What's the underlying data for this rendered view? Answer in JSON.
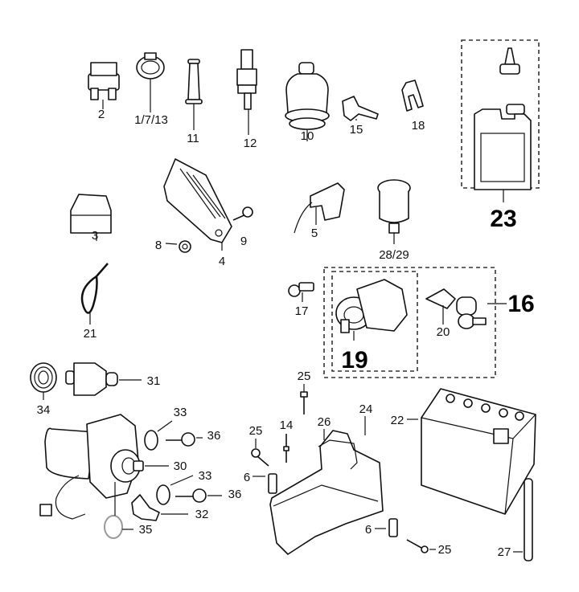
{
  "diagram": {
    "callouts": {
      "c2": "2",
      "c1_7_13": "1/7/13",
      "c11": "11",
      "c12": "12",
      "c10": "10",
      "c15": "15",
      "c18": "18",
      "c23": "23",
      "c3": "3",
      "c4": "4",
      "c8": "8",
      "c9": "9",
      "c5": "5",
      "c28_29": "28/29",
      "c21": "21",
      "c17": "17",
      "c19": "19",
      "c20": "20",
      "c16": "16",
      "c34": "34",
      "c31": "31",
      "c25a": "25",
      "c33a": "33",
      "c36a": "36",
      "c30": "30",
      "c33b": "33",
      "c36b": "36",
      "c32": "32",
      "c35": "35",
      "c14": "14",
      "c26": "26",
      "c24": "24",
      "c22": "22",
      "c25b": "25",
      "c6a": "6",
      "c6b": "6",
      "c25c": "25",
      "c27": "27"
    }
  }
}
